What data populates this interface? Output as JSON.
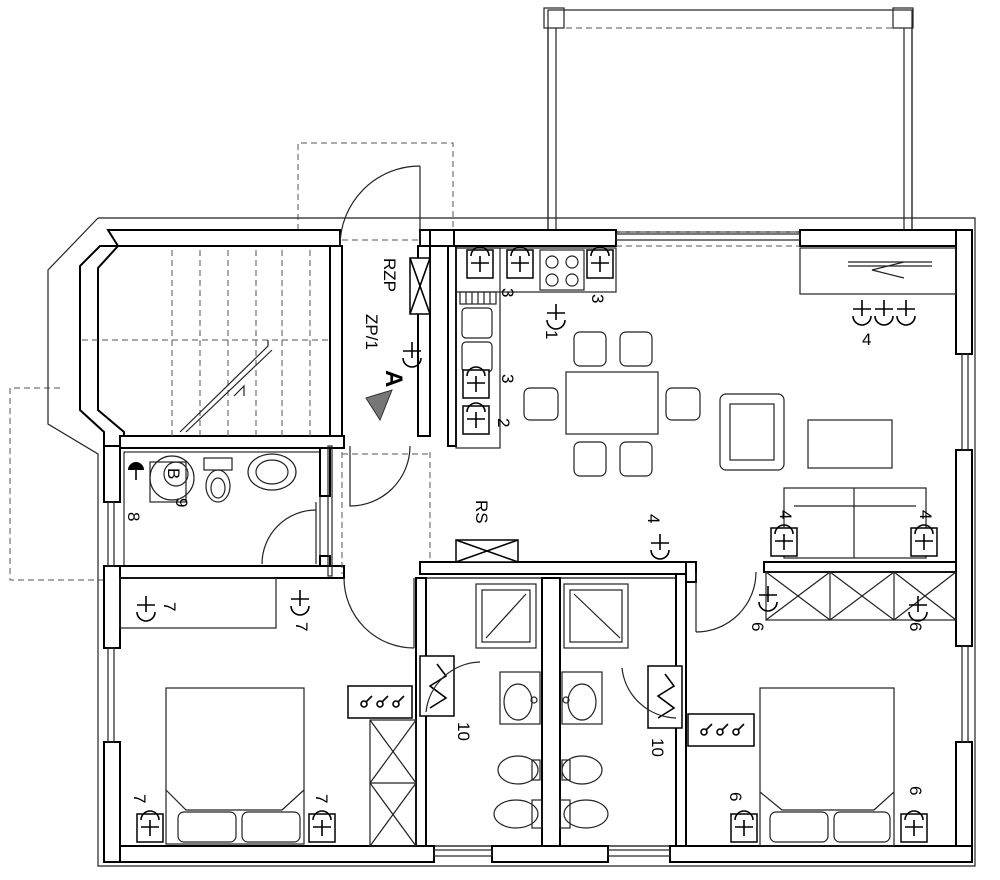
{
  "plan": {
    "labels": {
      "rzp": "RZP",
      "zp1": "ZP/1",
      "panel_a": "A",
      "rs": "RS",
      "b": "B"
    },
    "outlet_numbers": {
      "kitchen_1": "1",
      "kitchen_2": "2",
      "kitchen_3a": "3",
      "kitchen_3b": "3",
      "kitchen_3c": "3",
      "living_4a": "4",
      "living_4b": "4",
      "sofa_4l": "4",
      "sofa_4r": "4",
      "room_right_6a": "6",
      "room_right_6b": "6",
      "room_right_6c": "6",
      "room_right_6d": "6",
      "room_left_7a": "7",
      "room_left_7b": "7",
      "room_left_7c": "7",
      "room_left_7d": "7",
      "wc_8": "8",
      "wc_9": "9",
      "bath_10a": "10",
      "bath_10b": "10"
    },
    "icons": [
      "outlet-icon",
      "switch-icon",
      "heater-icon",
      "electrical-panel-icon",
      "boiler-icon",
      "light-switch-icon"
    ]
  }
}
